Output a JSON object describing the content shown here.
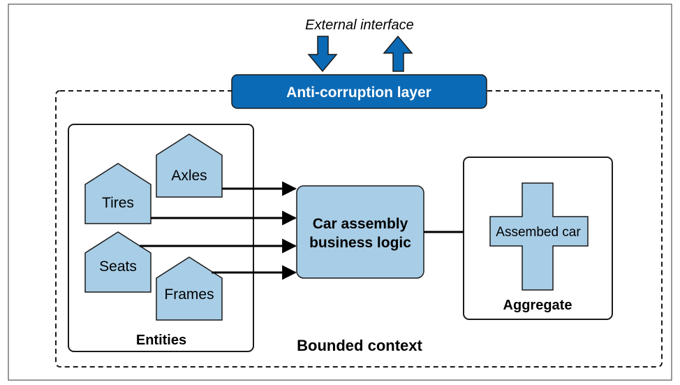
{
  "diagram": {
    "external_interface": "External interface",
    "anti_corruption_layer": "Anti-corruption layer",
    "bounded_context": "Bounded context",
    "entities_group": "Entities",
    "entities": {
      "tires": "Tires",
      "axles": "Axles",
      "seats": "Seats",
      "frames": "Frames"
    },
    "business_logic": {
      "line1": "Car assembly",
      "line2": "business logic"
    },
    "aggregate_group": "Aggregate",
    "aggregate_item": "Assembed car"
  },
  "colors": {
    "light_blue": "#a8cde6",
    "dark_blue": "#0b6ab5",
    "outline": "#1a1a1a",
    "frame_border": "#555555"
  }
}
